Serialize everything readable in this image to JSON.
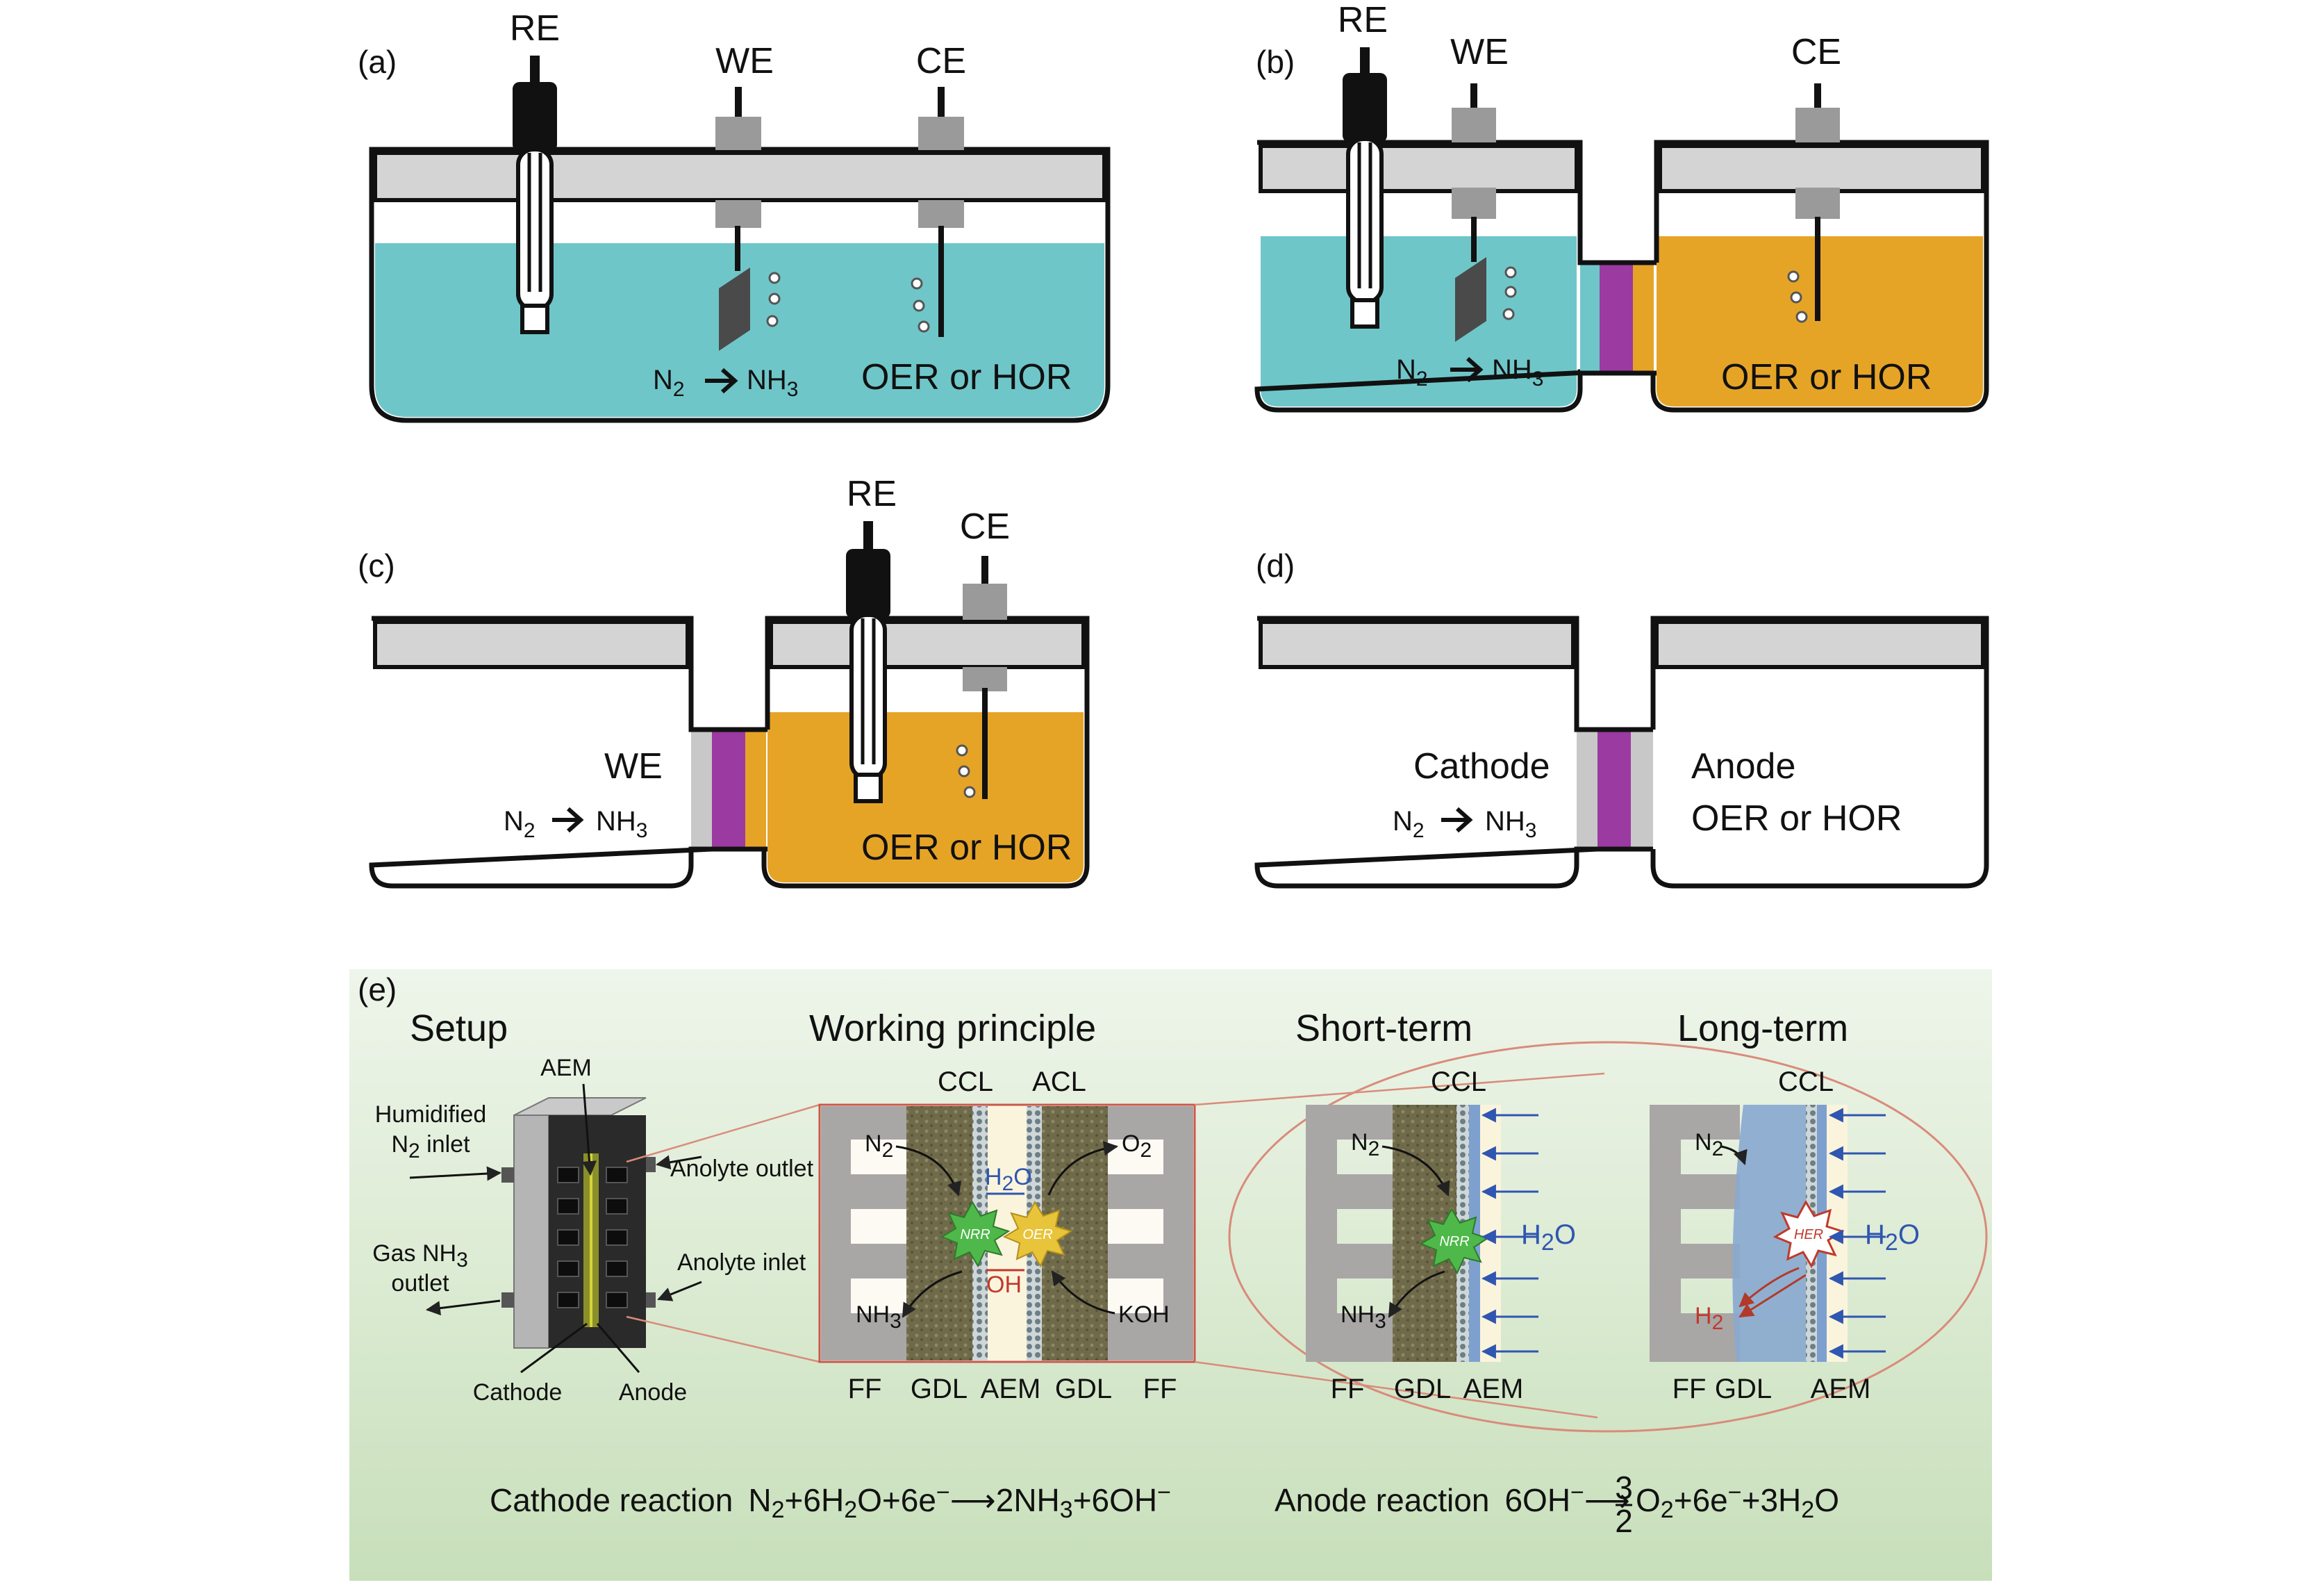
{
  "panels": {
    "a": {
      "tag": "(a)",
      "re": "RE",
      "we": "WE",
      "ce": "CE",
      "react_left": "N",
      "react_sub": "2",
      "react_right": "NH",
      "react_right_sub": "3",
      "ox": "OER or HOR"
    },
    "b": {
      "tag": "(b)",
      "re": "RE",
      "we": "WE",
      "ce": "CE",
      "react_left": "N",
      "react_sub": "2",
      "react_right": "NH",
      "react_right_sub": "3",
      "ox": "OER or HOR"
    },
    "c": {
      "tag": "(c)",
      "re": "RE",
      "we": "WE",
      "ce": "CE",
      "react_left": "N",
      "react_sub": "2",
      "react_right": "NH",
      "react_right_sub": "3",
      "ox": "OER or HOR"
    },
    "d": {
      "tag": "(d)",
      "cathode": "Cathode",
      "anode": "Anode",
      "react_left": "N",
      "react_sub": "2",
      "react_right": "NH",
      "react_right_sub": "3",
      "ox": "OER or HOR"
    }
  },
  "panel_e": {
    "tag": "(e)",
    "headers": {
      "setup": "Setup",
      "working": "Working principle",
      "short": "Short-term",
      "long": "Long-term"
    },
    "setup": {
      "aem": "AEM",
      "humid_1": "Humidified",
      "humid_2a": "N",
      "humid_2sub": "2",
      "humid_2b": " inlet",
      "gas_1a": "Gas NH",
      "gas_1sub": "3",
      "gas_2": "outlet",
      "analyte_out": "Anolyte outlet",
      "analyte_in": "Anolyte inlet",
      "cathode": "Cathode",
      "anode": "Anode"
    },
    "working": {
      "ccl": "CCL",
      "acl": "ACL",
      "n2": "N",
      "n2sub": "2",
      "o2": "O",
      "o2sub": "2",
      "h2o_a": "H",
      "h2o_sub": "2",
      "h2o_b": "O",
      "oh": "OH",
      "nh3": "NH",
      "nh3sub": "3",
      "koh": "KOH",
      "nrr": "NRR",
      "oer": "OER",
      "bottom": [
        "FF",
        "GDL",
        "AEM",
        "GDL",
        "FF"
      ]
    },
    "short": {
      "ccl": "CCL",
      "n2": "N",
      "n2sub": "2",
      "nh3": "NH",
      "nh3sub": "3",
      "h2o_a": "H",
      "h2o_sub": "2",
      "h2o_b": "O",
      "nrr": "NRR",
      "bottom": [
        "FF",
        "GDL",
        "AEM"
      ]
    },
    "long": {
      "ccl": "CCL",
      "n2": "N",
      "n2sub": "2",
      "h2": "H",
      "h2sub": "2",
      "h2o_a": "H",
      "h2o_sub": "2",
      "h2o_b": "O",
      "her": "HER",
      "bottom": [
        "FF",
        "GDL",
        "AEM"
      ]
    },
    "cathode_reaction": {
      "label": "Cathode reaction",
      "p1": "N",
      "s1": "2",
      "p2": "+6H",
      "s2": "2",
      "p3": "O+6e",
      "sup1": "−",
      "arrow": "⟶",
      "p4": "2NH",
      "s3": "3",
      "p5": "+6OH",
      "sup2": "−"
    },
    "anode_reaction": {
      "label": "Anode reaction",
      "p1": "6OH",
      "sup1": "−",
      "arrow": "⟶",
      "num": "3",
      "den": "2",
      "p2": "O",
      "s1": "2",
      "p3": "+6e",
      "sup2": "−",
      "p4": "+3H",
      "s2": "2",
      "p5": "O"
    }
  },
  "colors": {
    "catholyte": "#6fc6c9",
    "anolyte": "#e6a427",
    "membrane": "#9b3aa0",
    "lid": "#d4d4d4",
    "electrode_gray": "#9a9a9a",
    "green_bg": "#d9ead0"
  }
}
